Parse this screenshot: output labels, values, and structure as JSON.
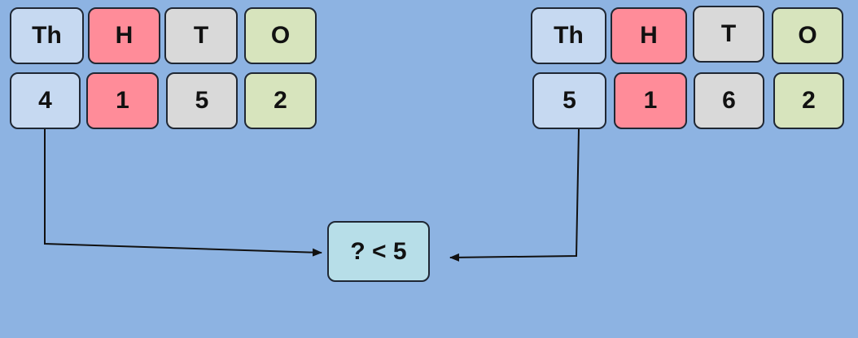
{
  "left_table": {
    "headers": [
      "Th",
      "H",
      "T",
      "O"
    ],
    "digits": [
      "4",
      "1",
      "5",
      "2"
    ]
  },
  "right_table": {
    "headers": [
      "Th",
      "H",
      "T",
      "O"
    ],
    "digits": [
      "5",
      "1",
      "6",
      "2"
    ]
  },
  "comparison": {
    "text": "? < 5"
  },
  "colors": {
    "background": "#8DB3E2",
    "thousands": "#C6D9F1",
    "hundreds": "#FF8C99",
    "tens": "#D9D9D9",
    "ones": "#D7E4BD",
    "comparison_box": "#B7DEE8"
  }
}
